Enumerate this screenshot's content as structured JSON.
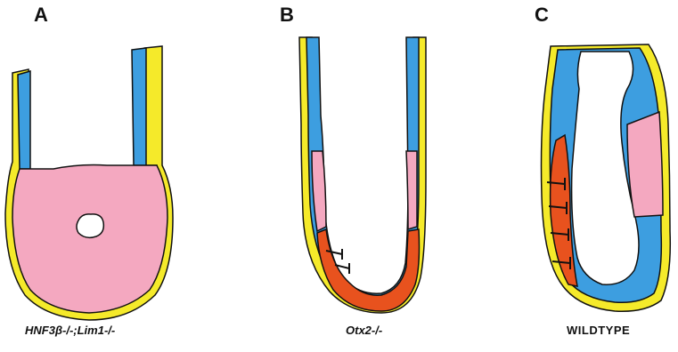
{
  "panels": [
    {
      "letter": "A",
      "caption": "HNF3β-/-;Lim1-/-"
    },
    {
      "letter": "B",
      "caption": "Otx2-/-"
    },
    {
      "letter": "C",
      "caption": "WILDTYPE"
    }
  ],
  "colors": {
    "outer_layer": "#f5ea2a",
    "epiblast": "#3d9ee0",
    "pink_domain": "#f4a8c0",
    "orange_domain": "#e8521e",
    "outline": "#111111",
    "background": "#ffffff"
  }
}
